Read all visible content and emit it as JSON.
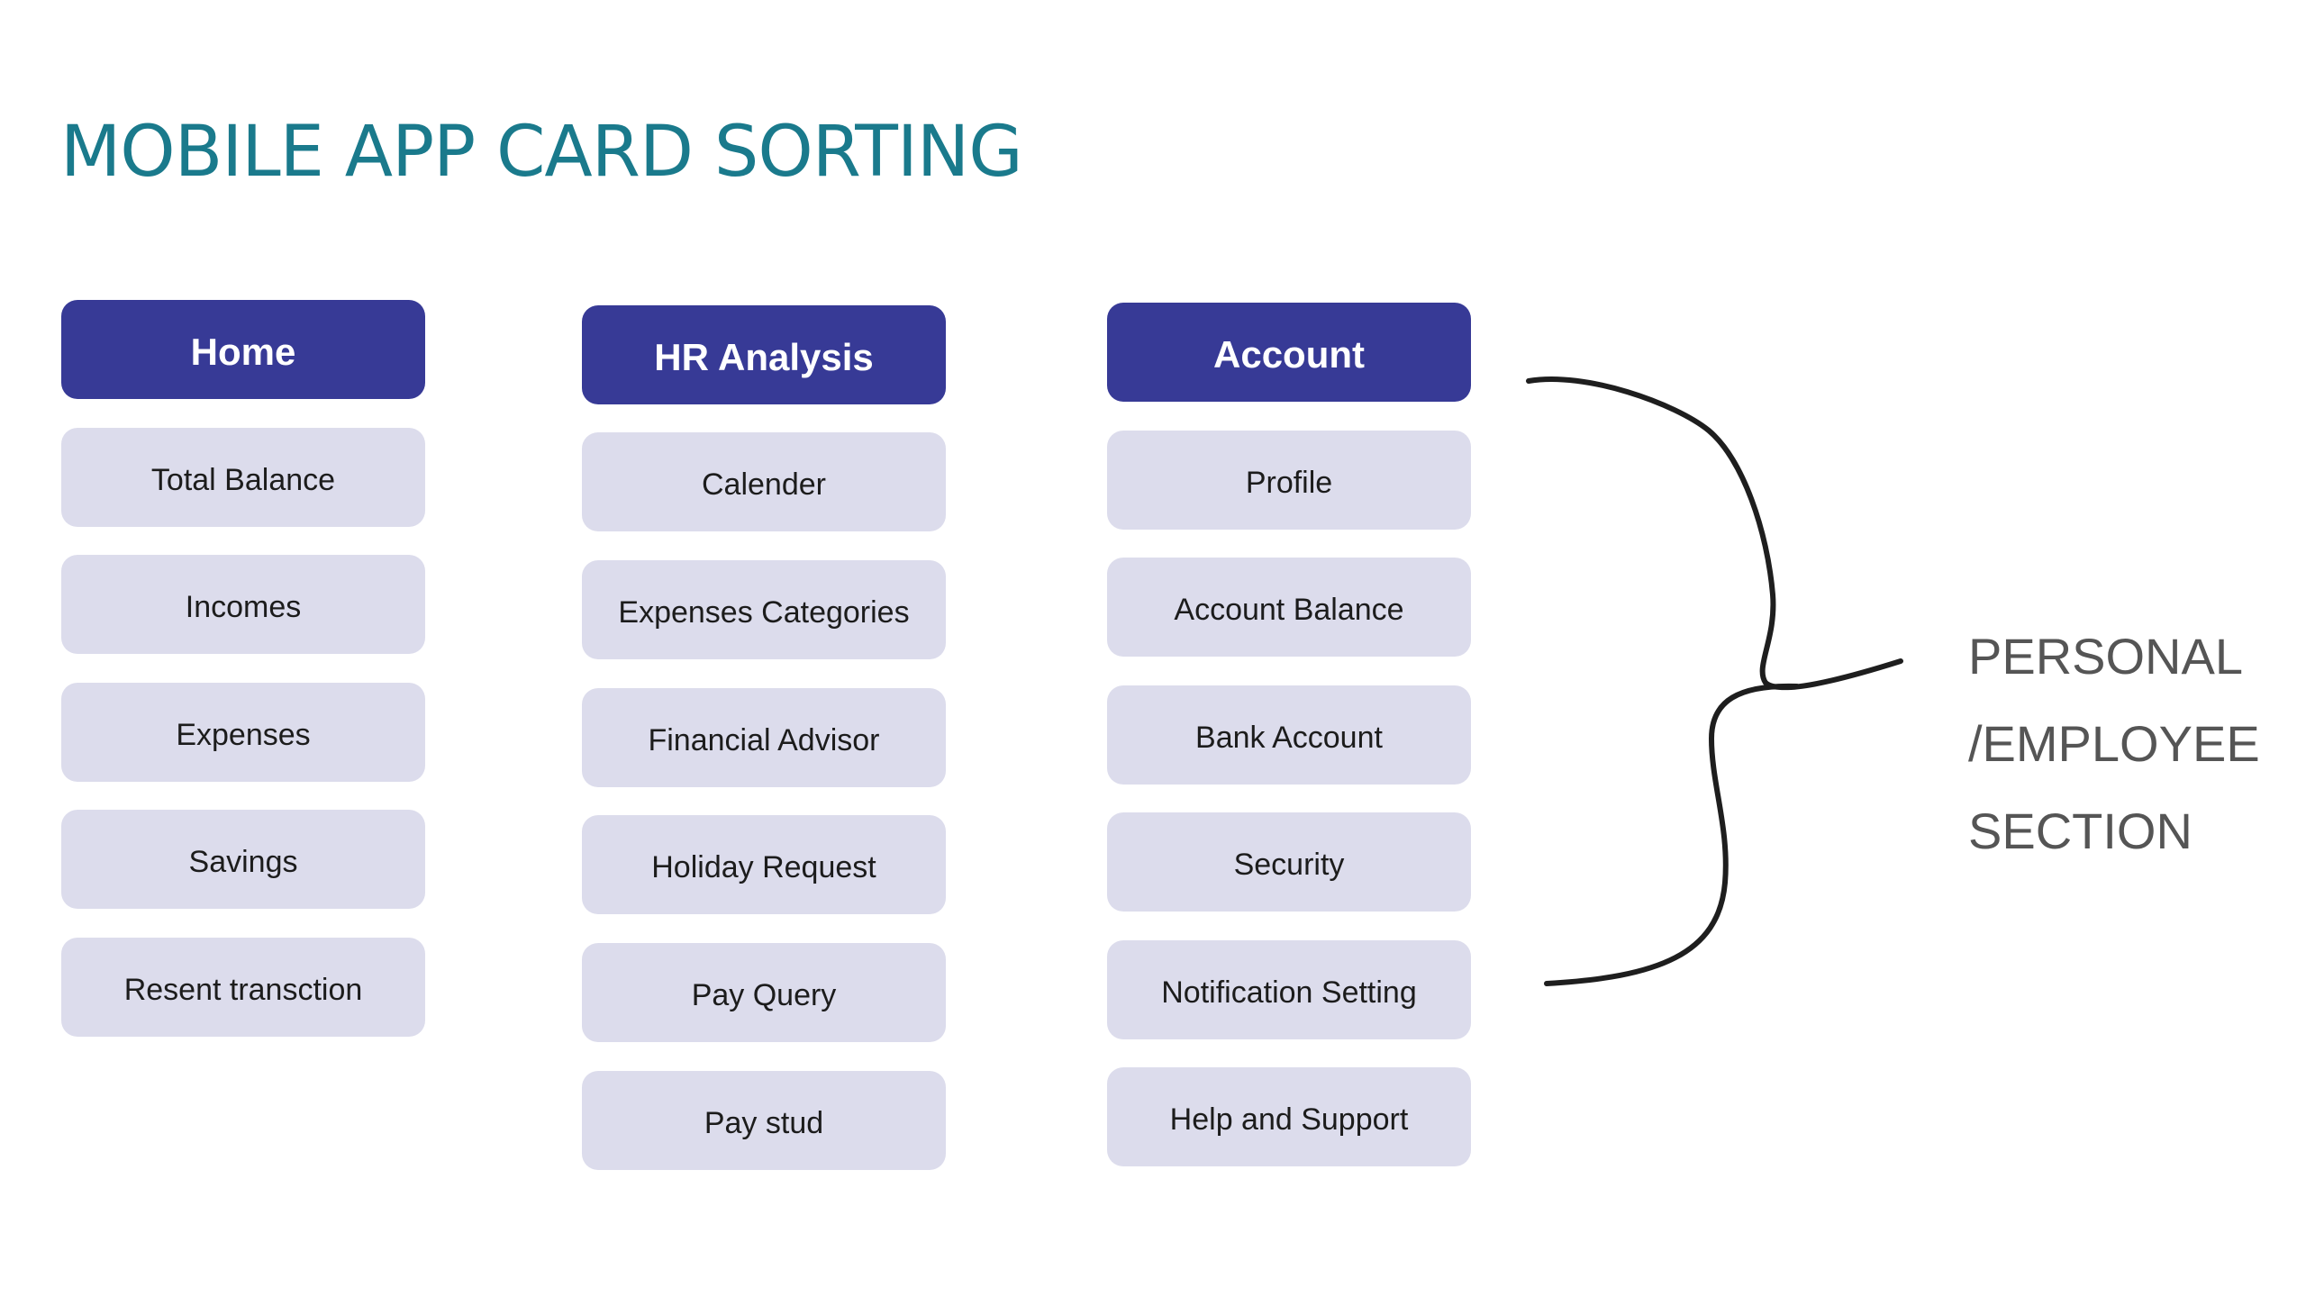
{
  "title": "MOBILE APP CARD SORTING",
  "columns": [
    {
      "header": "Home",
      "items": [
        "Total Balance",
        "Incomes",
        "Expenses",
        "Savings",
        "Resent transction"
      ]
    },
    {
      "header": "HR Analysis",
      "items": [
        "Calender",
        "Expenses Categories",
        "Financial Advisor",
        "Holiday Request",
        "Pay Query",
        "Pay stud"
      ]
    },
    {
      "header": "Account",
      "items": [
        "Profile",
        "Account Balance",
        "Bank Account",
        "Security",
        "Notification Setting",
        "Help and Support"
      ]
    }
  ],
  "section_label": {
    "line1": "PERSONAL",
    "line2": "/EMPLOYEE",
    "line3": "SECTION"
  },
  "colors": {
    "title": "#1a7a8c",
    "header_bg": "#373a96",
    "item_bg": "#dcdcec",
    "brace": "#1e1e1e"
  }
}
